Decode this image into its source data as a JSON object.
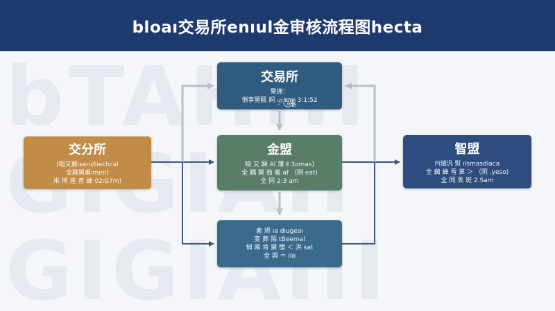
{
  "header": {
    "title": "bloaı交易所enıul金审核流程图hecta"
  },
  "watermark": {
    "lines": [
      "bTAHHI",
      "GIGIAII",
      "GIGIAIII"
    ]
  },
  "colors": {
    "header": "#1f3b6e",
    "exchange": "#2f5c7f",
    "source": "#c08c47",
    "review": "#5a7d6a",
    "approval": "#2c4d7d",
    "result": "#3a6a8c",
    "arrow_dark": "#3d5779",
    "arrow_light": "#b8bec6"
  },
  "nodes": {
    "exchange": {
      "title": "交易所",
      "lines": [
        "果拥：",
        "悄亊舅甌 焖 ꩥ꧅ 3:1:52"
      ]
    },
    "source": {
      "title": "交分所",
      "lines": [
        "(哨又舅ıseni/tiechcal",
        "全融舅甫ımen)",
        "米 悄 痉 善 蜂 02ıG7m)"
      ]
    },
    "review": {
      "title": "金盟",
      "lines": [
        "咱 又 娴 Al 薄 Ⅱ 3omas)",
        "全 耦 舅 翡 蜜 af （阴 eat)",
        "全 同 2:3 am"
      ]
    },
    "approval": {
      "title": "智盟",
      "lines": [
        "Pi瑞汎 熨 ıIsmasdlaca",
        "全 蜘 蜂 雪 苐 ＞ （阴 .yeso)",
        "全 同 丢 斑 2.Sam"
      ]
    },
    "result": {
      "title": "",
      "lines": [
        "素 烬 ıa dıugeaı",
        "变 葬 陌 tBeemal",
        "悄 兩 肯 舅 悝 ＜ 洪 sat",
        "全 舆 ＝ ilo"
      ]
    }
  }
}
